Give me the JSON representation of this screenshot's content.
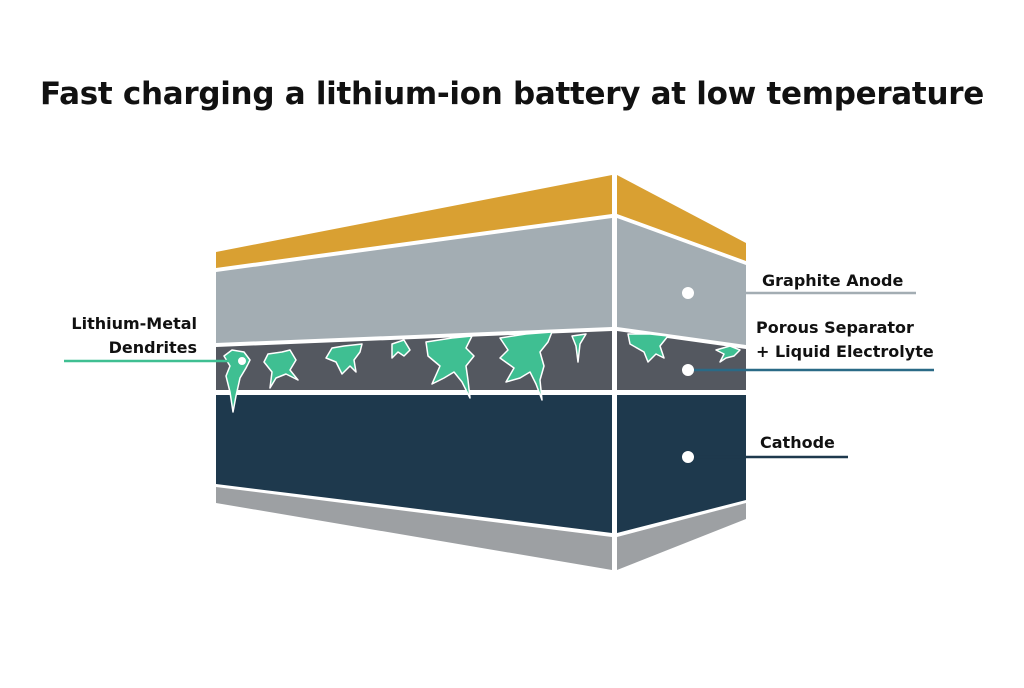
{
  "title": "Fast charging a lithium-ion battery at low temperature",
  "labels": {
    "anode": "Graphite Anode",
    "separator_line1": "Porous Separator",
    "separator_line2": "+ Liquid Electrolyte",
    "cathode": "Cathode",
    "dendrites_line1": "Lithium-Metal",
    "dendrites_line2": "Dendrites"
  },
  "colors": {
    "top_cap": "#d9a032",
    "anode": "#a3adb3",
    "separator": "#545860",
    "cathode": "#1e394d",
    "bottom_cap": "#9da0a3",
    "dendrite": "#3fbf92",
    "anode_leader": "#a3adb3",
    "separator_leader": "#2a6a86",
    "cathode_leader": "#1e394d",
    "dendrite_leader": "#3fbf92"
  }
}
